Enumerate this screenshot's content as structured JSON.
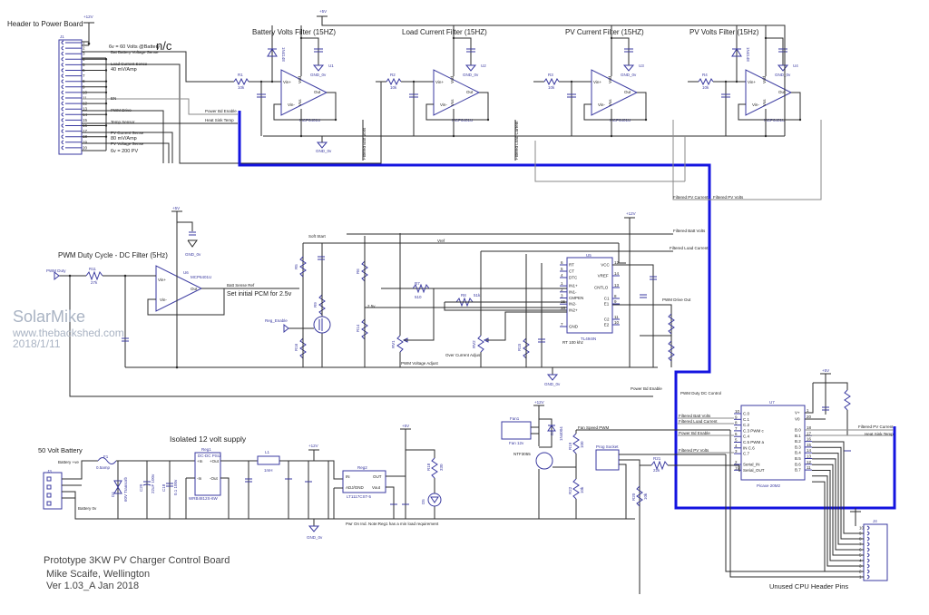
{
  "header": {
    "title": "Header to Power Board",
    "supply": "+12V",
    "ref": "J1",
    "pins": [
      "1",
      "2",
      "3",
      "4",
      "5",
      "6",
      "7",
      "8",
      "9",
      "10",
      "11",
      "12",
      "13",
      "14",
      "15",
      "16",
      "17",
      "18",
      "19",
      "20"
    ],
    "nc_label": "n/c",
    "signals": {
      "batt_scale": "6v = 60 Volts @Battery",
      "batt_sense": "Bat Battery Voltage Sense",
      "load_sense": "Load Current Sense",
      "load_scale": "40 mV/Amp",
      "pin11": "EN",
      "pwm_drive": "PWM Drive",
      "temp_sensor": "Temp Sensor",
      "pv_current": "PV Current Sense",
      "pv_scale": "80 mV/Amp",
      "pv_voltage": "PV Voltage Sense",
      "pv_max": "6v = 200 PV"
    }
  },
  "nets": {
    "power_bd_enable": "Power Bd Enable",
    "heat_sink_temp": "Heat Sink Temp",
    "filtered_batt_volts": "Filtered Batt Volts",
    "filtered_load_current": "Filtered Load Current",
    "filtered_pv_current": "Filtered PV Current",
    "filtered_pv_volts": "Filtered PV Volts",
    "gnd": "GND_0v",
    "plus5": "+5V",
    "plus12": "+12V",
    "pwm_duty": "PWM Duty",
    "reg_enable": "Reg_Enable",
    "pwm_duty_dc_control": "PWM Duty DC Control",
    "fan_speed_pwm": "Fan Speed PWM",
    "vref": "Vref",
    "soft_start": "Soft Start",
    "v25": "2.5v",
    "batt_sense_ref": "Batt Sense Ref",
    "pwm_drive_out": "PWM Drive Out"
  },
  "filters": [
    {
      "title": "Battery Volts Filter (15HZ)",
      "r": "R1",
      "rv": "10k",
      "u": "U1",
      "part": "MCP6401U",
      "diode": "D1",
      "diode_part": "1N4148",
      "cap": "C1"
    },
    {
      "title": "Load Current Filter (15HZ)",
      "r": "R2",
      "rv": "10k",
      "u": "U2",
      "part": "MCP6401U",
      "cap": "C2"
    },
    {
      "title": "PV Current Filter (15HZ)",
      "r": "R3",
      "rv": "10k",
      "u": "U3",
      "part": "MCP6401U",
      "cap": "C3"
    },
    {
      "title": "PV Volts Filter (15Hz)",
      "r": "R4",
      "rv": "10k",
      "u": "U4",
      "part": "MCP6401U",
      "diode": "D2",
      "diode_part": "1N4148",
      "cap": "C4"
    }
  ],
  "opamp_pins": {
    "vin_plus": "Vin+",
    "vin_minus": "Vin-",
    "out": "Out",
    "vdd": "Vdd",
    "vss": "Vss",
    "cap_val": "0.1"
  },
  "pwm_filter": {
    "title": "PWM Duty Cycle - DC Filter (5Hz)",
    "r": "R11",
    "rv": "27k",
    "u": "U6",
    "part": "MCP6401U",
    "note": "Set initial PCM for 2.5v"
  },
  "tl494": {
    "ref": "U5",
    "part": "TL494IN",
    "freq": "RT 100 khz",
    "left_pins": [
      {
        "n": "6",
        "name": "RT"
      },
      {
        "n": "5",
        "name": "CT"
      },
      {
        "n": "4",
        "name": "DTC"
      },
      {
        "n": "1",
        "name": "IN1+"
      },
      {
        "n": "2",
        "name": "IN1-"
      },
      {
        "n": "3",
        "name": "CMPEN"
      },
      {
        "n": "15",
        "name": "IN2-"
      },
      {
        "n": "16",
        "name": "IN2+"
      },
      {
        "n": "7",
        "name": "GND"
      }
    ],
    "right_pins": [
      {
        "n": "12",
        "name": "VCC"
      },
      {
        "n": "14",
        "name": "VREF"
      },
      {
        "n": "13",
        "name": "CNTLO"
      },
      {
        "n": "8",
        "name": "C1"
      },
      {
        "n": "9",
        "name": "E1"
      },
      {
        "n": "11",
        "name": "C2"
      },
      {
        "n": "10",
        "name": "E2"
      }
    ],
    "pwm_voltage_adjust": "PWM Voltage Adjust",
    "over_current_adjust": "Over Current Adjust",
    "pots": [
      {
        "ref": "RV1",
        "val": "10k 10 turn"
      },
      {
        "ref": "RV2",
        "val": "10k 10 turn"
      }
    ],
    "parts": [
      {
        "ref": "R7",
        "val": "510"
      },
      {
        "ref": "R8",
        "val": "51k"
      },
      {
        "ref": "R5",
        "val": "8k1"
      },
      {
        "ref": "R6",
        "val": "8k1"
      },
      {
        "ref": "R14",
        "val": "8k1"
      },
      {
        "ref": "R9",
        "val": "1k"
      },
      {
        "ref": "R13",
        "val": "10k"
      },
      {
        "ref": "R15",
        "val": "10k"
      },
      {
        "ref": "R16",
        "val": "10k"
      },
      {
        "ref": "C10",
        "val": "0.47 uF"
      },
      {
        "ref": "C14",
        "val": "0.001uF"
      },
      {
        "ref": "Q1",
        "val": ""
      },
      {
        "ref": "R10",
        "val": "510"
      },
      {
        "ref": "R17",
        "val": "510"
      },
      {
        "ref": "C11",
        "val": "10uf"
      },
      {
        "ref": "C12",
        "val": "0.1uf"
      }
    ]
  },
  "power": {
    "title": "Isolated 12 volt supply",
    "battery_title": "50 Volt Battery",
    "connector": "J3",
    "battery_plus": "Battery +ve",
    "battery_minus": "Battery 0v",
    "fuse": "F1",
    "fuse_val": "0.5amp",
    "tvs": "D4",
    "tvs_val": "60V Transorb",
    "c1": "C20",
    "c1_val": "22uF 100v",
    "c2": "C18",
    "c2_val": "0.1 100v",
    "reg1": "Reg1",
    "reg1_part": "WRB4812S-6W",
    "reg1_sub": "DC-DC PSU",
    "reg1_pins": [
      "+In",
      "+Out",
      "-In",
      "-Out"
    ],
    "l1": "L1",
    "l1_val": "1mH",
    "reg2": "Reg2",
    "reg2_part": "LT1117CST-5",
    "reg2_pins": [
      "IN",
      "OUT",
      "ADJ/GND",
      "Vout"
    ],
    "led": "D5",
    "led_r": "R18",
    "led_r_val": "330",
    "note": "Pwr On Ind. Note:Reg1 has a min load requirement"
  },
  "fan": {
    "ref": "Fan1",
    "val": "Fan 12v",
    "mosfet": "NTF3055",
    "diode": "D3",
    "diode_part": "1N4004",
    "r19": "R19",
    "r19_val": "100",
    "r22": "R22",
    "r22_val": "10k"
  },
  "mcu": {
    "ref": "U7",
    "part": "Picaxe 20M2",
    "prog_socket": "Prog Socket",
    "r21": "R21",
    "r21_val": "22k",
    "r20": "R20",
    "r20_val": "10k",
    "left_pins": [
      {
        "n": "10",
        "name": "C.0"
      },
      {
        "n": "9",
        "name": "C.1"
      },
      {
        "n": "8",
        "name": "C.2"
      },
      {
        "n": "7",
        "name": "C.3  PWM c"
      },
      {
        "n": "6",
        "name": "C.4"
      },
      {
        "n": "5",
        "name": "C.5  PWM a"
      },
      {
        "n": "4",
        "name": "IN  C.6"
      },
      {
        "n": "3",
        "name": "C.7"
      },
      {
        "n": "2",
        "name": "Serial_IN"
      },
      {
        "n": "19",
        "name": "Serial_OUT"
      }
    ],
    "right_pins": [
      {
        "n": "1",
        "name": "V+"
      },
      {
        "n": "20",
        "name": "V0"
      },
      {
        "n": "18",
        "name": "B.0"
      },
      {
        "n": "17",
        "name": "B.1"
      },
      {
        "n": "16",
        "name": "B.2"
      },
      {
        "n": "15",
        "name": "B.3"
      },
      {
        "n": "14",
        "name": "B.4"
      },
      {
        "n": "13",
        "name": "B.5"
      },
      {
        "n": "12",
        "name": "B.6"
      },
      {
        "n": "11",
        "name": "B.7"
      }
    ],
    "header_ref": "J4",
    "header_label": "Unused CPU Header Pins",
    "header_pins": [
      "10",
      "9",
      "8",
      "7",
      "6",
      "5",
      "4",
      "3",
      "2",
      "1"
    ]
  },
  "title_block": {
    "line1": "Prototype 3KW PV Charger Control Board",
    "line2": "Mike Scaife, Wellington",
    "line3": "Ver 1.03_A Jan 2018"
  },
  "watermark": {
    "name": "SolarMike",
    "site": "www.thebackshed.com",
    "date": "2018/1/11"
  }
}
